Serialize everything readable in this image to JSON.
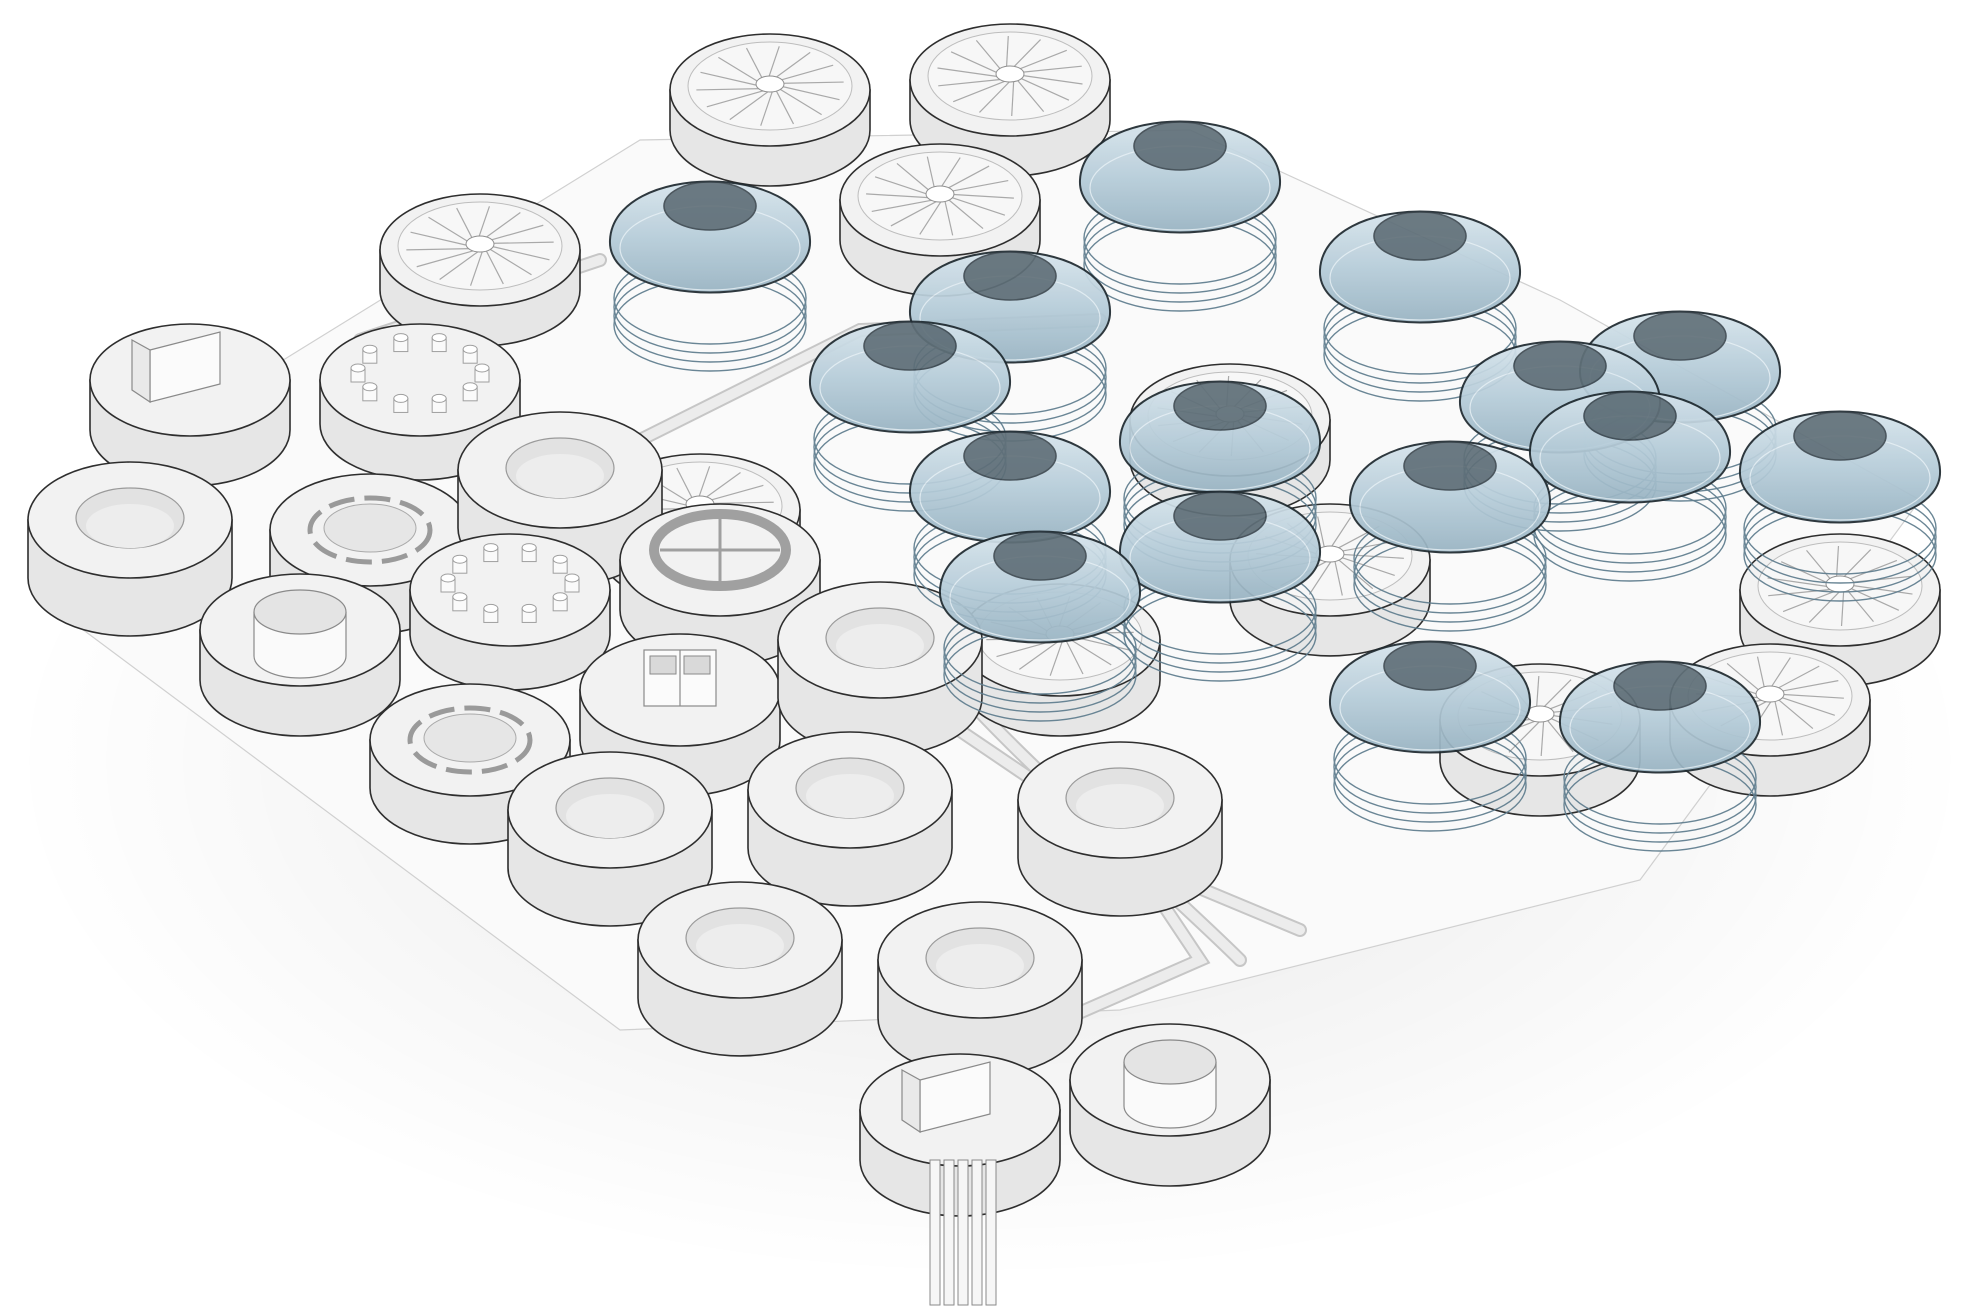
{
  "scene": {
    "kind": "isometric exploded array of modular round units",
    "colors": {
      "background": "#ffffff",
      "housing_fill": "#f2f2f2",
      "housing_side": "#e6e6e6",
      "outline": "#2e2e2e",
      "pod_fill": "#b9d0dc",
      "pod_rim": "#5f7d8e",
      "pod_opening": "#4d5d66",
      "pipe": "#ececec",
      "stem": "#f6f6f6"
    },
    "modules": {
      "fan_units": 11,
      "glass_pods": 16,
      "open_bowls": 9,
      "pin_rings": 2,
      "slot_rings": 2,
      "core_units": 4
    }
  }
}
